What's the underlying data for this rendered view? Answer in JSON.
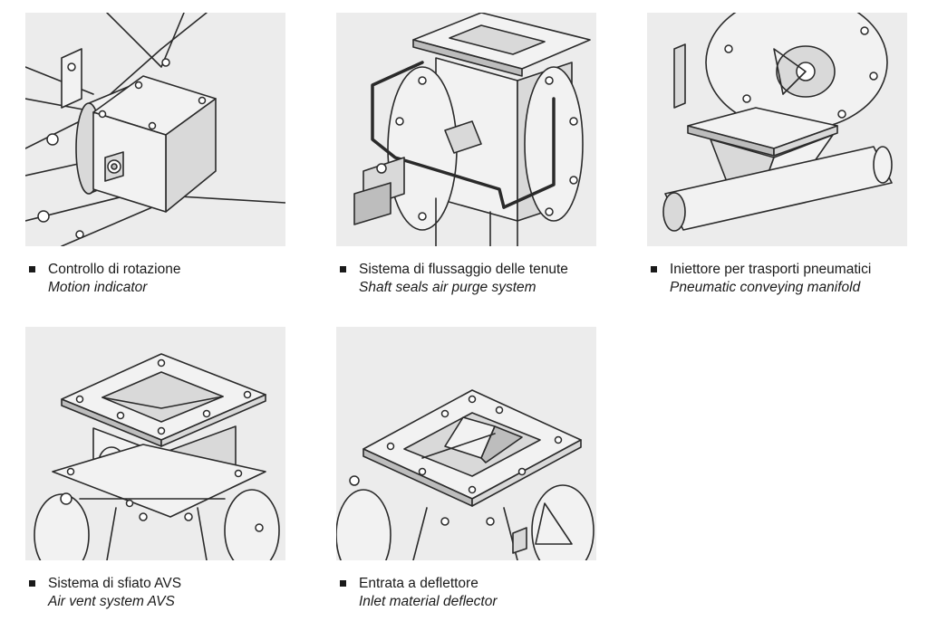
{
  "items": [
    {
      "title": "Controllo di rotazione",
      "subtitle": "Motion indicator",
      "icon": "motion-indicator-illustration"
    },
    {
      "title": "Sistema di flussaggio delle tenute",
      "subtitle": "Shaft seals air purge system",
      "icon": "air-purge-system-illustration"
    },
    {
      "title": "Iniettore per trasporti pneumatici",
      "subtitle": "Pneumatic conveying manifold",
      "icon": "conveying-manifold-illustration"
    },
    {
      "title": "Sistema di sfiato AVS",
      "subtitle": "Air vent system AVS",
      "icon": "air-vent-system-illustration"
    },
    {
      "title": "Entrata a deflettore",
      "subtitle": "Inlet material deflector",
      "icon": "inlet-deflector-illustration"
    }
  ]
}
